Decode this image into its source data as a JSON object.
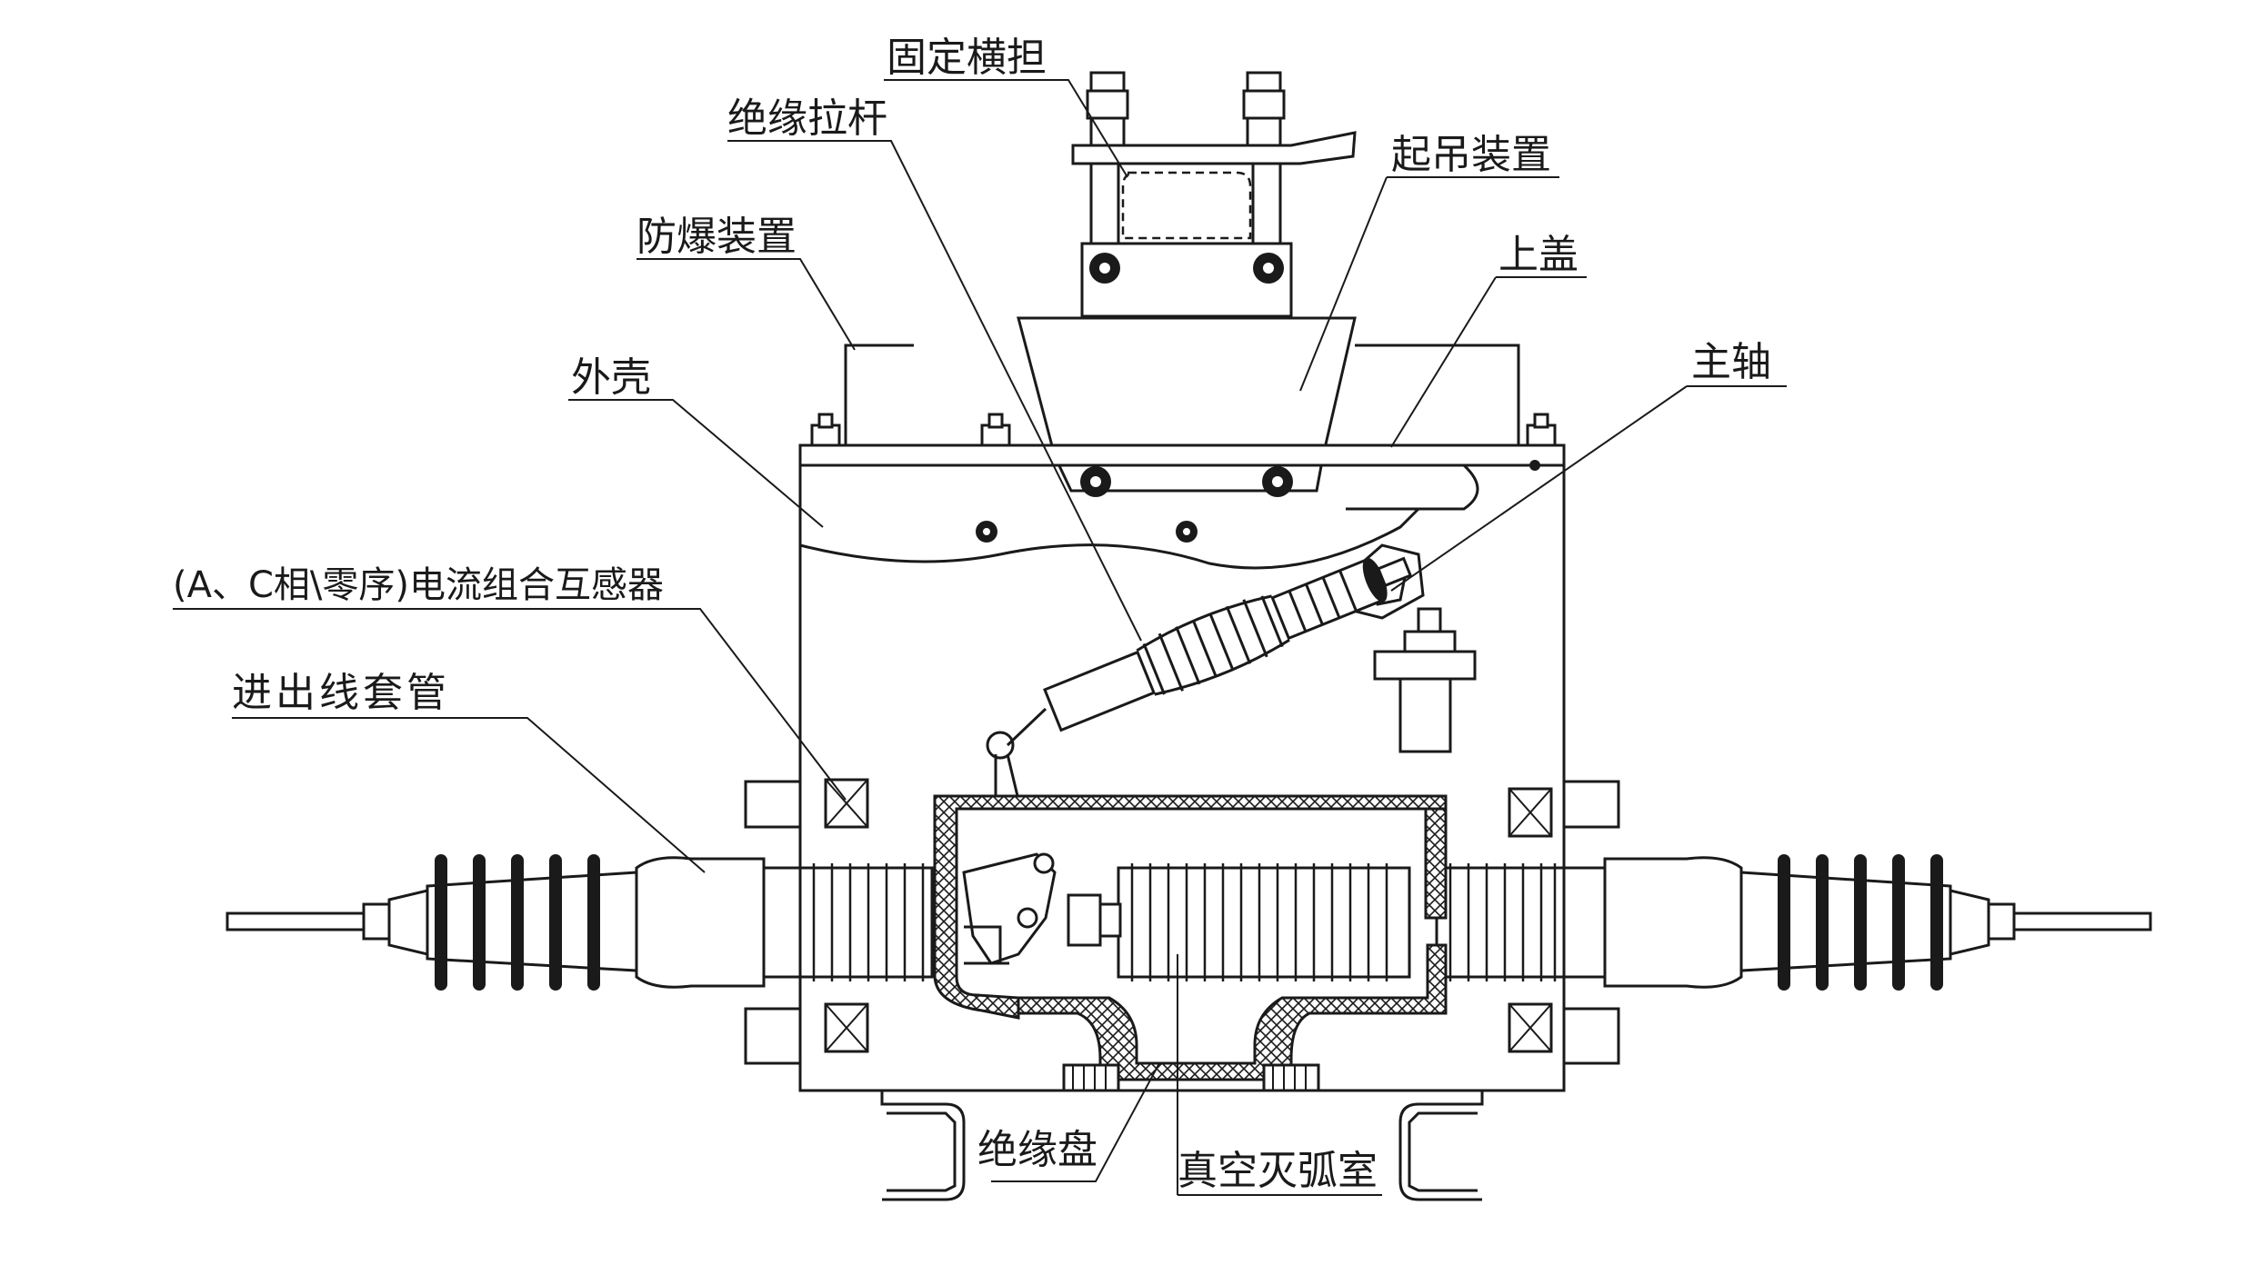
{
  "diagram": {
    "labels": {
      "fixed_crossarm": "固定横担",
      "insulated_pull_rod": "绝缘拉杆",
      "lifting_device": "起吊装置",
      "explosion_proof": "防爆装置",
      "top_cover": "上盖",
      "housing": "外壳",
      "main_shaft": "主轴",
      "current_transformer": "(A、C相\\零序)电流组合互感器",
      "bushing": "进出线套管",
      "insulating_disc": "绝缘盘",
      "vacuum_interrupter": "真空灭弧室"
    }
  }
}
